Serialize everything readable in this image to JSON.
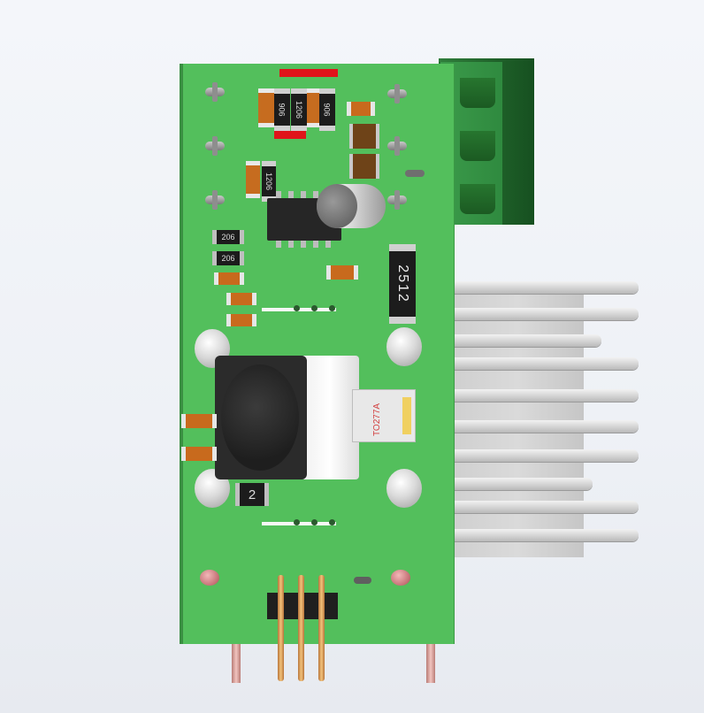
{
  "scene": {
    "component_labels": {
      "to_package": "TO277A",
      "power_resistor": "2512",
      "inductor_marking": "2",
      "small_resistors": [
        "206",
        "206"
      ],
      "smd_row": [
        "906",
        "1206",
        "906"
      ],
      "vertical_resistor": "1206"
    },
    "colors": {
      "pcb": "#53bf5c",
      "terminal_block": "#2f8a3f",
      "heatsink": "#d0d0d0",
      "inductor": "#2a2a2a",
      "highlight": "#e0141a"
    }
  }
}
